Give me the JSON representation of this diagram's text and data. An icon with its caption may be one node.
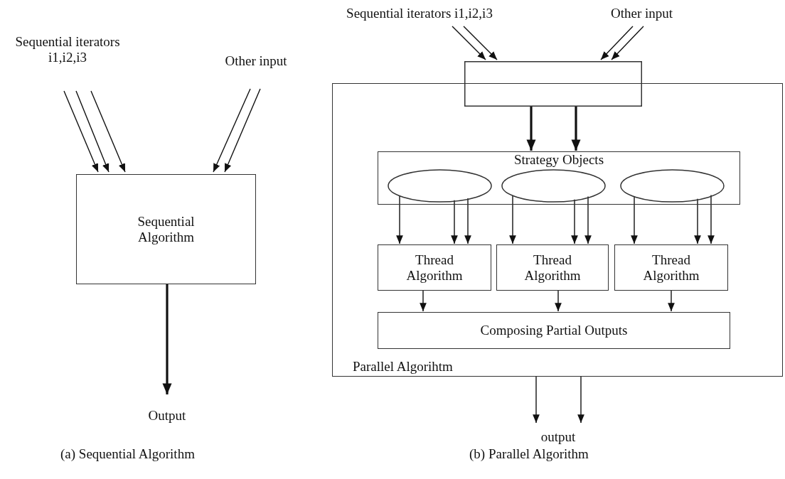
{
  "diagram": {
    "nodes": [
      {
        "text": [
          "Sequential iterators i1,i2,i3"
        ]
      },
      {
        "text": [
          "Other input"
        ]
      },
      {
        "text": [
          "Sequential Algorithm"
        ]
      },
      {
        "text": [
          "Output"
        ]
      },
      {
        "text": [
          "Sequential iterators i1,i2,i3"
        ]
      },
      {
        "text": [
          "Other input"
        ]
      },
      {
        "text": [],
        "shape": "box"
      },
      {
        "text": [
          "Parallel Algorihtm"
        ]
      },
      {
        "text": [
          "Strategy Objects"
        ],
        "in": 7
      },
      {
        "text": [],
        "shape": "ellipse",
        "in": 8
      },
      {
        "text": [],
        "shape": "ellipse",
        "in": 8
      },
      {
        "text": [],
        "shape": "ellipse",
        "in": 8
      },
      {
        "text": [
          "Thread Algorithm"
        ],
        "in": 7
      },
      {
        "text": [
          "Thread Algorithm"
        ],
        "in": 7
      },
      {
        "text": [
          "Thread Algorithm"
        ],
        "in": 7
      },
      {
        "text": [
          "Composing Partial Outputs"
        ],
        "in": 7
      },
      {
        "text": [
          "output"
        ]
      }
    ],
    "edges": [
      {
        "from": 0,
        "to": 2,
        "arrow": "to"
      },
      {
        "from": 0,
        "to": 2,
        "arrow": "to"
      },
      {
        "from": 0,
        "to": 2,
        "arrow": "to"
      },
      {
        "from": 1,
        "to": 2,
        "arrow": "to"
      },
      {
        "from": 1,
        "to": 2,
        "arrow": "to"
      },
      {
        "from": 2,
        "to": 3,
        "arrow": "to",
        "style": "thick"
      },
      {
        "from": 4,
        "to": 6,
        "arrow": "to"
      },
      {
        "from": 4,
        "to": 6,
        "arrow": "to"
      },
      {
        "from": 5,
        "to": 6,
        "arrow": "to"
      },
      {
        "from": 5,
        "to": 6,
        "arrow": "to"
      },
      {
        "from": 6,
        "to": 8,
        "arrow": "to",
        "style": "thick"
      },
      {
        "from": 6,
        "to": 8,
        "arrow": "to",
        "style": "thick"
      },
      {
        "from": 9,
        "to": 12,
        "arrow": "to"
      },
      {
        "from": 9,
        "to": 12,
        "arrow": "to"
      },
      {
        "from": 9,
        "to": 12,
        "arrow": "to"
      },
      {
        "from": 10,
        "to": 13,
        "arrow": "to"
      },
      {
        "from": 10,
        "to": 13,
        "arrow": "to"
      },
      {
        "from": 10,
        "to": 13,
        "arrow": "to"
      },
      {
        "from": 11,
        "to": 14,
        "arrow": "to"
      },
      {
        "from": 11,
        "to": 14,
        "arrow": "to"
      },
      {
        "from": 11,
        "to": 14,
        "arrow": "to"
      },
      {
        "from": 12,
        "to": 15,
        "arrow": "to"
      },
      {
        "from": 13,
        "to": 15,
        "arrow": "to"
      },
      {
        "from": 14,
        "to": 15,
        "arrow": "to"
      },
      {
        "from": 7,
        "to": 16,
        "arrow": "to"
      },
      {
        "from": 7,
        "to": 16,
        "arrow": "to"
      }
    ],
    "labels": [
      "(a) Sequential Algorithm",
      "(b) Parallel Algorithm"
    ]
  }
}
